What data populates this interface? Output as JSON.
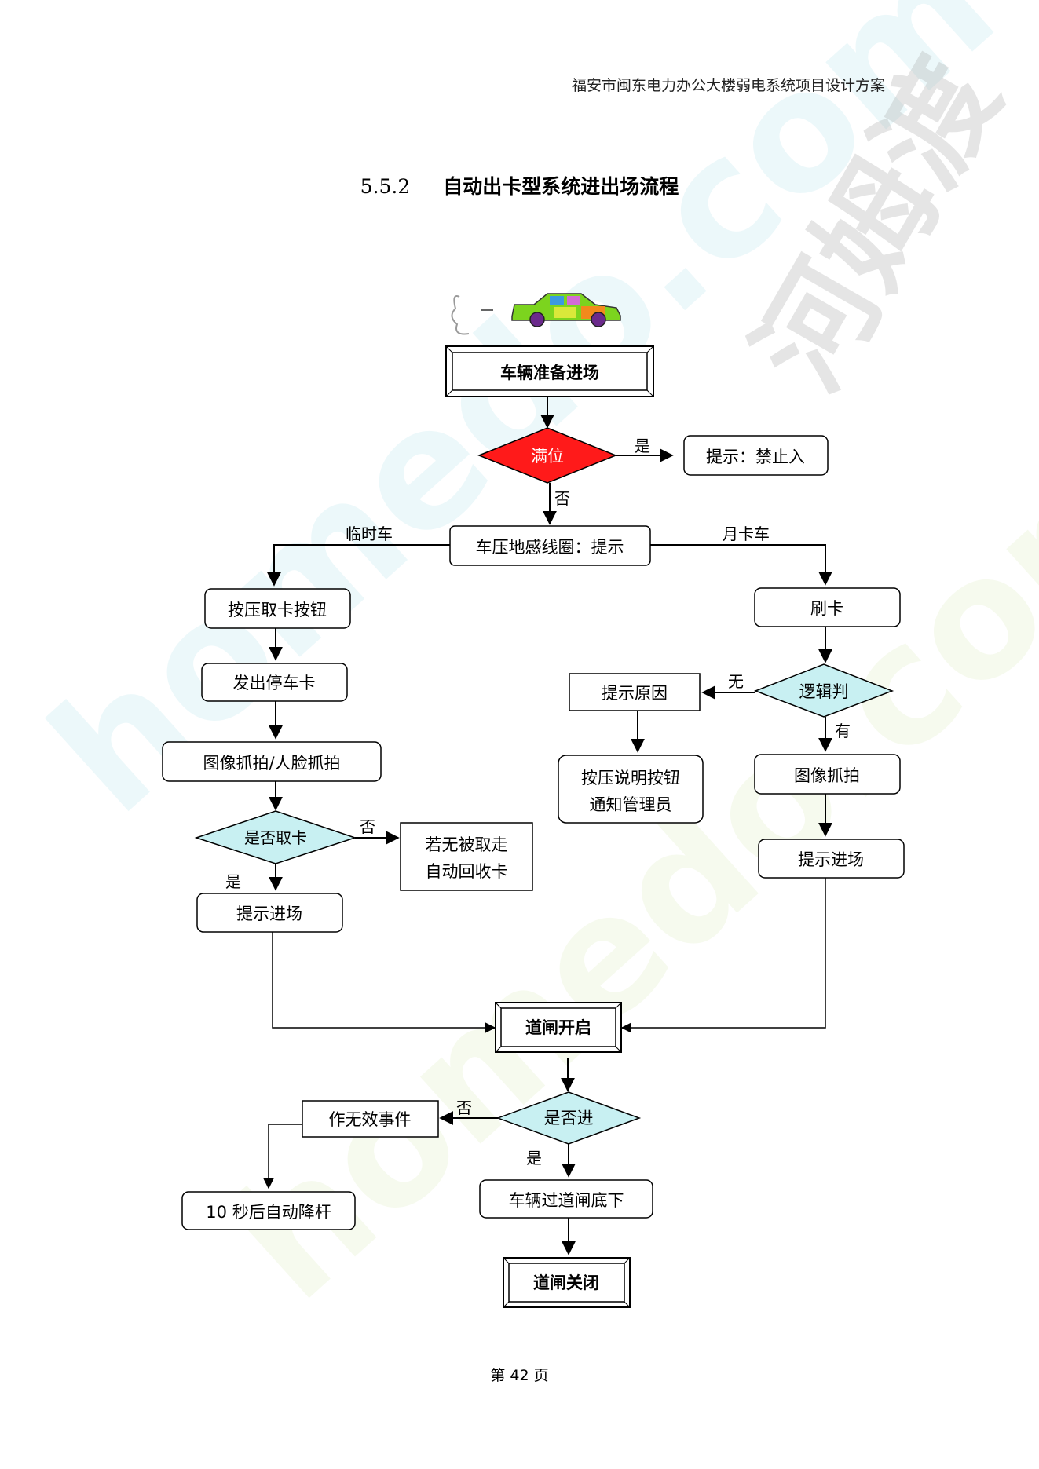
{
  "header": {
    "title": "福安市闽东电力办公大楼弱电系统项目设计方案"
  },
  "section": {
    "number": "5.5.2",
    "title": "自动出卡型系统进出场流程"
  },
  "footer": {
    "page": "第 42 页"
  },
  "watermark": {
    "site": "homedo.com",
    "brand": "河姆渡"
  },
  "flow": {
    "start": "车辆准备进场",
    "full_check": "满位",
    "full_yes": "是",
    "full_no": "否",
    "forbid": "提示：禁止入",
    "loop": "车压地感线圈：提示",
    "temp_car": "临时车",
    "month_car": "月卡车",
    "press_btn": "按压取卡按钮",
    "issue_card": "发出停车卡",
    "capture": "图像抓拍/人脸抓拍",
    "take_card": "是否取卡",
    "take_no": "否",
    "take_yes": "是",
    "recycle_1": "若无被取走",
    "recycle_2": "自动回收卡",
    "enter_left": "提示进场",
    "swipe": "刷卡",
    "logic": "逻辑判",
    "logic_none": "无",
    "logic_has": "有",
    "reason": "提示原因",
    "explain_1": "按压说明按钮",
    "explain_2": "通知管理员",
    "img_capture": "图像抓拍",
    "enter_right": "提示进场",
    "gate_open": "道闸开启",
    "entered": "是否进",
    "entered_no": "否",
    "entered_yes": "是",
    "invalid": "作无效事件",
    "auto_lower": "10 秒后自动降杆",
    "pass_gate": "车辆过道闸底下",
    "gate_close": "道闸关闭"
  },
  "colors": {
    "diamond_red": "#ff1a1a",
    "diamond_cyan": "#c8f0f2",
    "stroke": "#000000"
  }
}
